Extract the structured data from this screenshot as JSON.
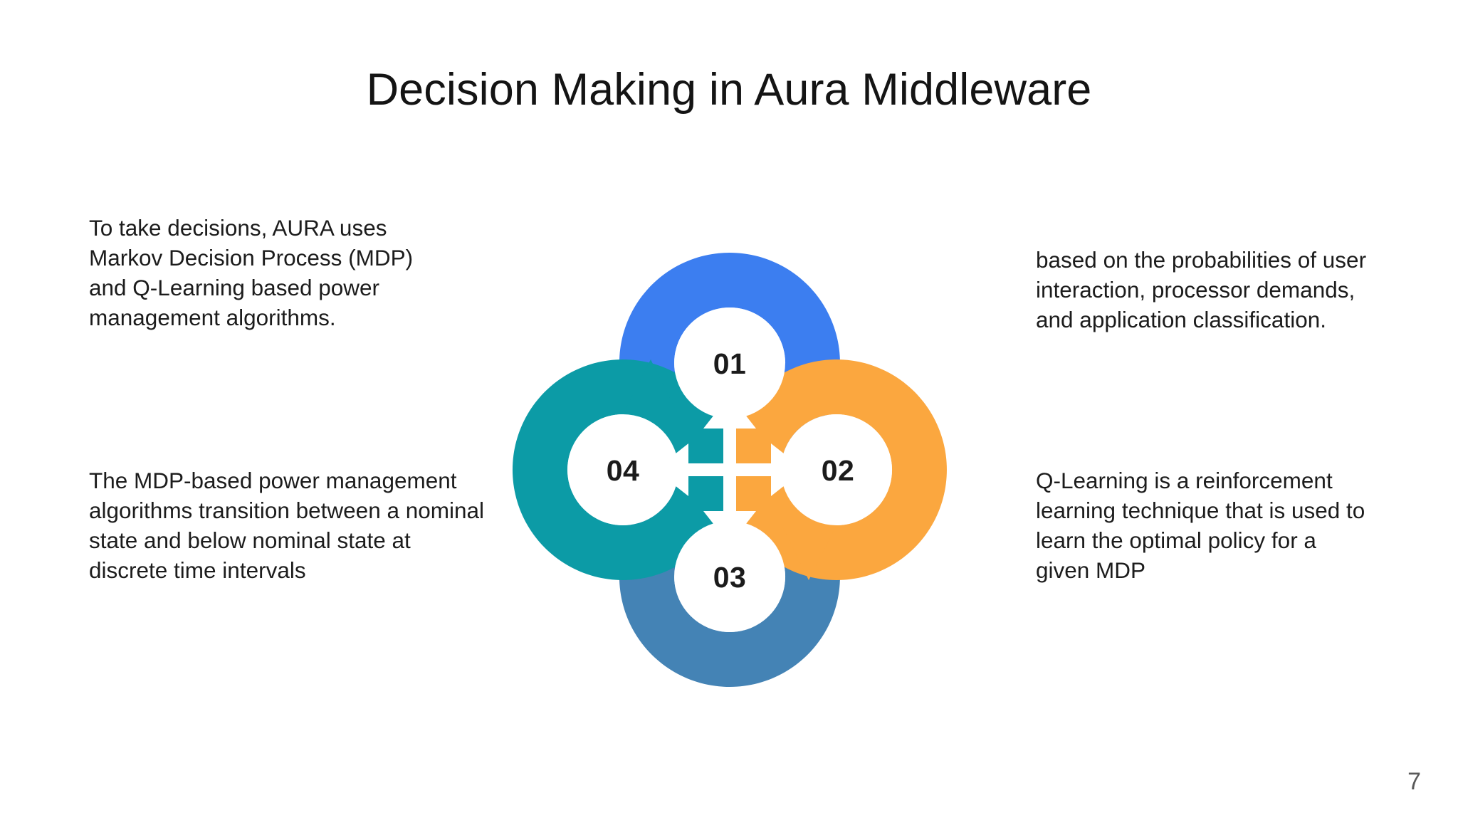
{
  "slide": {
    "title": "Decision Making in Aura Middleware",
    "page_number": "7",
    "background_color": "#ffffff"
  },
  "text_blocks": {
    "top_left": "To take decisions, AURA uses Markov Decision Process (MDP) and Q-Learning based power management algorithms.",
    "bottom_left": "The MDP-based power management algorithms transition between a nominal state and below nominal state at discrete time intervals",
    "top_right": "based on the probabilities of user interaction, processor demands, and application classification.",
    "bottom_right": "Q-Learning is a reinforcement learning technique that is used to learn the optimal policy for a given MDP"
  },
  "diagram": {
    "type": "pinwheel-cycle",
    "segment_count": 4,
    "segments": [
      {
        "id": "01",
        "label": "01",
        "position": "top",
        "color": "#3c7ef0"
      },
      {
        "id": "02",
        "label": "02",
        "position": "right",
        "color": "#fba73f"
      },
      {
        "id": "03",
        "label": "03",
        "position": "bottom",
        "color": "#4483b5"
      },
      {
        "id": "04",
        "label": "04",
        "position": "left",
        "color": "#0c9ba6"
      }
    ],
    "shadow_color": "#2c608f",
    "hub_color": "#ffffff"
  }
}
